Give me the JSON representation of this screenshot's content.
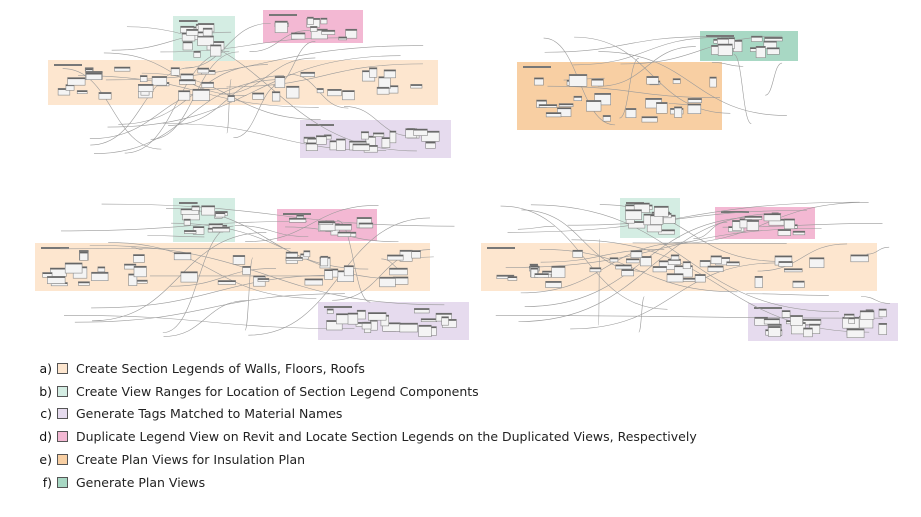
{
  "colors": {
    "a": "#fde6cf",
    "b": "#d4ede3",
    "c": "#e6dbee",
    "d": "#f3b8d3",
    "e": "#f8cfa3",
    "f": "#a8d8c4",
    "node": "#8a8a8a",
    "node_fill": "#f4f4f4",
    "wire": "#9a9a9a"
  },
  "legend": [
    {
      "key": "a)",
      "color": "#fde6cf",
      "text": "Create Section Legends of Walls, Floors, Roofs"
    },
    {
      "key": "b)",
      "color": "#d4ede3",
      "text": "Create View Ranges for Location of Section Legend Components"
    },
    {
      "key": "c)",
      "color": "#e6dbee",
      "text": "Generate Tags Matched to Material Names"
    },
    {
      "key": "d)",
      "color": "#f3b8d3",
      "text": "Duplicate Legend View on Revit and Locate Section Legends on the Duplicated Views, Respectively"
    },
    {
      "key": "e)",
      "color": "#f8cfa3",
      "text": "Create Plan Views for Insulation Plan"
    },
    {
      "key": "f)",
      "color": "#a8d8c4",
      "text": "Generate Plan Views"
    }
  ]
}
